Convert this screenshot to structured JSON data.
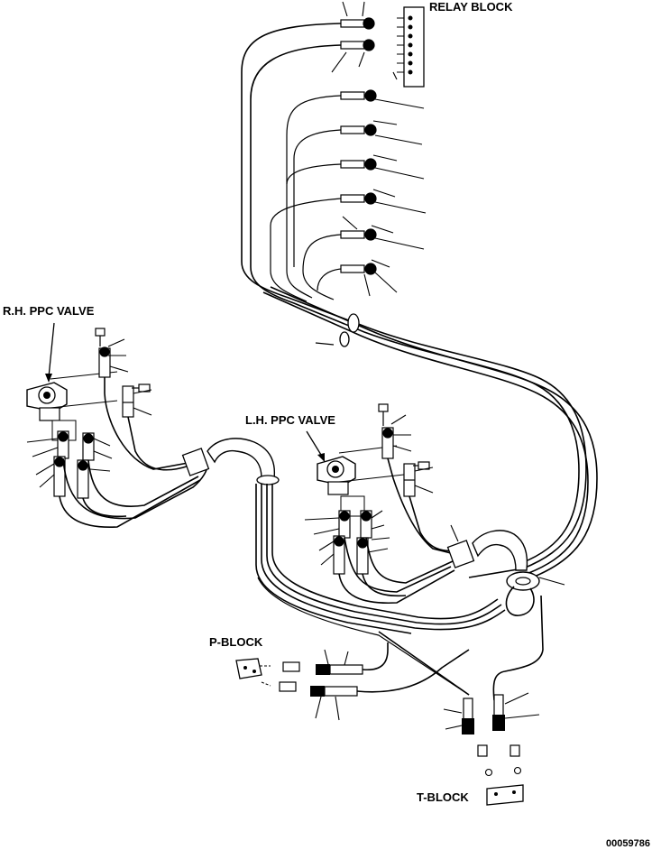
{
  "labels": {
    "relay_block": "RELAY BLOCK",
    "rh_ppc_valve": "R.H. PPC VALVE",
    "lh_ppc_valve": "L.H. PPC VALVE",
    "p_block": "P-BLOCK",
    "t_block": "T-BLOCK",
    "drawing_number": "00059786"
  }
}
